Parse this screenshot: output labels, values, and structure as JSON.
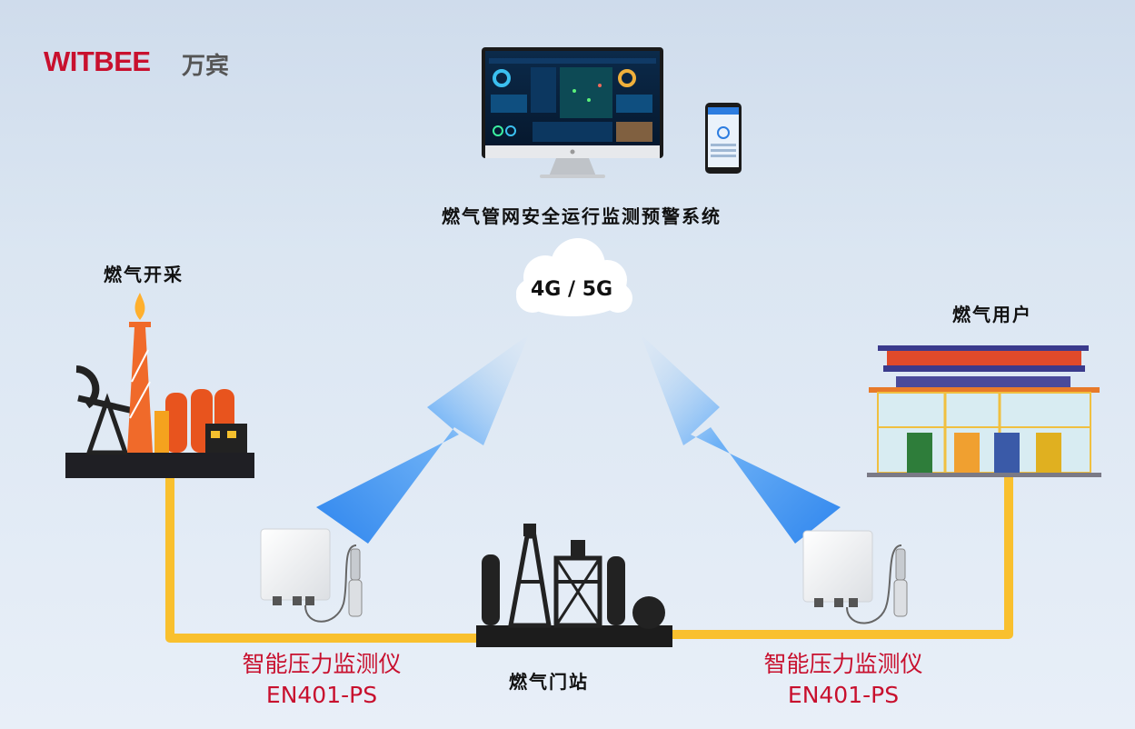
{
  "brand": {
    "name_en": "WITBEE",
    "name_cn": "万宾"
  },
  "system": {
    "title": "燃气管网安全运行监测预警系统",
    "screen_title": "燃气管网安全监测平台"
  },
  "network": {
    "label": "4G / 5G"
  },
  "nodes": {
    "extraction": "燃气开采",
    "station": "燃气门站",
    "user": "燃气用户"
  },
  "devices": [
    {
      "name": "智能压力监测仪",
      "model": "EN401-PS"
    },
    {
      "name": "智能压力监测仪",
      "model": "EN401-PS"
    }
  ],
  "colors": {
    "brand_red": "#c8102e",
    "pipe": "#f9c02e",
    "arrow": "#3c8ff0"
  }
}
